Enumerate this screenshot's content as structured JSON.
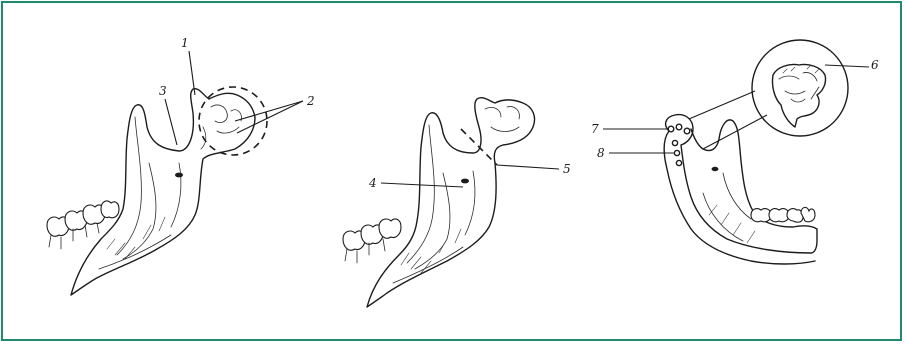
{
  "figure": {
    "border_color": "#1f8a6f",
    "callouts": {
      "c1": "1",
      "c2": "2",
      "c3": "3",
      "c4": "4",
      "c5": "5",
      "c6": "6",
      "c7": "7",
      "c8": "8"
    }
  }
}
